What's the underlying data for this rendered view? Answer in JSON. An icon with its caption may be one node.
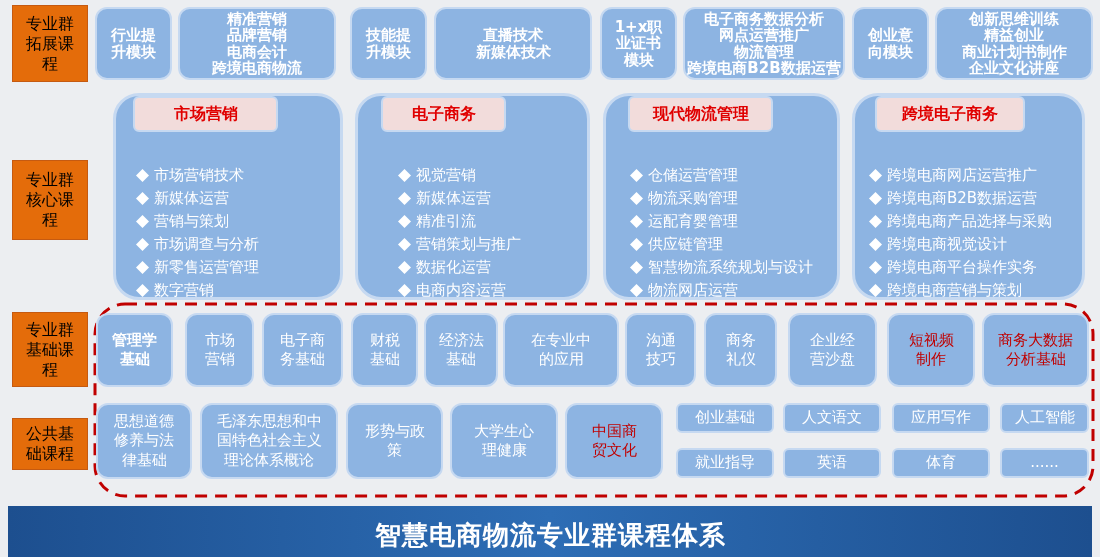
{
  "diagram": {
    "title": "智慧电商物流专业群课程体系",
    "nodes": [
      {
        "text": [
          "专业群拓展课程"
        ]
      },
      {
        "text": [
          "行业提升模块"
        ]
      },
      {
        "text": [
          "精准营销",
          "品牌营销",
          "电商会计",
          "跨境电商物流"
        ]
      },
      {
        "text": [
          "技能提升模块"
        ]
      },
      {
        "text": [
          "直播技术",
          "新媒体技术"
        ]
      },
      {
        "text": [
          "1+x职业证书模块"
        ]
      },
      {
        "text": [
          "电子商务数据分析",
          "网点运营推广",
          "物流管理",
          "跨境电商B2B数据运营"
        ]
      },
      {
        "text": [
          "创业意向模块"
        ]
      },
      {
        "text": [
          "创新思维训练",
          "精益创业",
          "商业计划书制作",
          "企业文化讲座"
        ]
      },
      {
        "text": [
          "专业群核心课程"
        ]
      },
      {
        "text": [
          "市场营销",
          "市场营销技术",
          "新媒体运营",
          "营销与策划",
          "市场调查与分析",
          "新零售运营管理",
          "数字营销"
        ]
      },
      {
        "text": [
          "电子商务",
          "视觉营销",
          "新媒体运营",
          "精准引流",
          "营销策划与推广",
          "数据化运营",
          "电商内容运营"
        ]
      },
      {
        "text": [
          "现代物流管理",
          "仓储运营管理",
          "物流采购管理",
          "运配育婴管理",
          "供应链管理",
          "智慧物流系统规划与设计",
          "物流网店运营"
        ]
      },
      {
        "text": [
          "跨境电子商务",
          "跨境电商网店运营推广",
          "跨境电商B2B数据运营",
          "跨境电商产品选择与采购",
          "跨境电商视觉设计",
          "跨境电商平台操作实务",
          "跨境电商营销与策划"
        ]
      },
      {
        "text": [
          "专业群基础课程"
        ]
      },
      {
        "text": [
          "管理学基础"
        ]
      },
      {
        "text": [
          "市场营销"
        ]
      },
      {
        "text": [
          "电子商务基础"
        ]
      },
      {
        "text": [
          "财税基础"
        ]
      },
      {
        "text": [
          "经济法基础"
        ]
      },
      {
        "text": [
          "在专业中的应用"
        ]
      },
      {
        "text": [
          "沟通技巧"
        ]
      },
      {
        "text": [
          "商务礼仪"
        ]
      },
      {
        "text": [
          "企业经营沙盘"
        ]
      },
      {
        "text": [
          "短视频制作"
        ]
      },
      {
        "text": [
          "商务大数据分析基础"
        ]
      },
      {
        "text": [
          "公共基础课程"
        ]
      },
      {
        "text": [
          "思想道德修养与法律基础"
        ]
      },
      {
        "text": [
          "毛泽东思想和中国特色社会主义理论体系概论"
        ]
      },
      {
        "text": [
          "形势与政策"
        ]
      },
      {
        "text": [
          "大学生心理健康"
        ]
      },
      {
        "text": [
          "中国商贸文化"
        ]
      },
      {
        "text": [
          "创业基础"
        ]
      },
      {
        "text": [
          "人文语文"
        ]
      },
      {
        "text": [
          "应用写作"
        ]
      },
      {
        "text": [
          "人工智能"
        ]
      },
      {
        "text": [
          "就业指导"
        ]
      },
      {
        "text": [
          "英语"
        ]
      },
      {
        "text": [
          "体育"
        ]
      },
      {
        "text": [
          "......"
        ]
      }
    ]
  }
}
